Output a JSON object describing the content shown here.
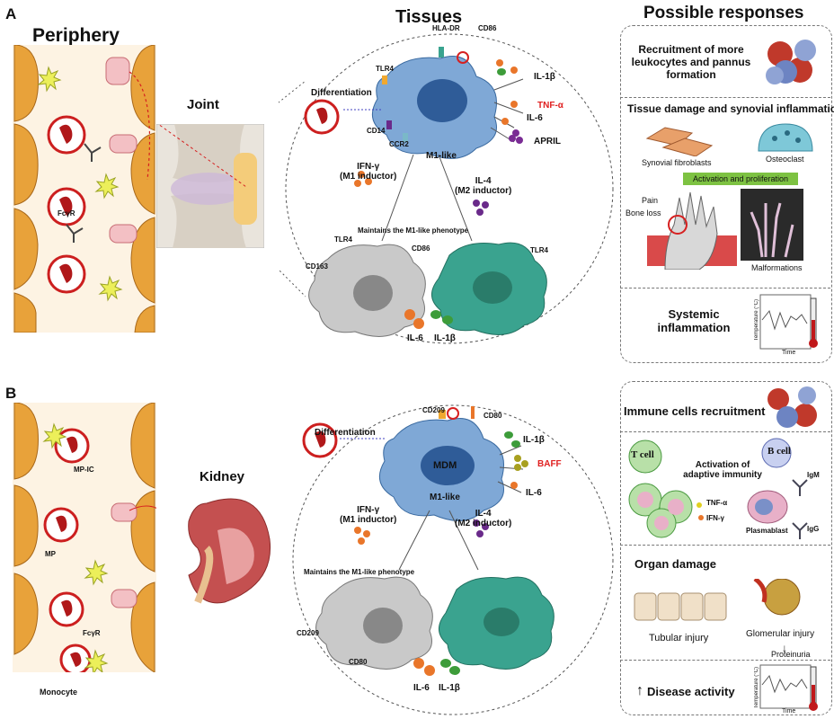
{
  "panel_a": {
    "letter": "A",
    "periphery_title": "Periphery",
    "joint_label": "Joint",
    "fcyr_label": "FcγR",
    "tissues_title": "Tissues",
    "responses_title": "Possible responses",
    "differentiation": "Differentiation",
    "macrophage": {
      "state": "M1-like",
      "receptors": [
        "TLR4",
        "HLA-DR",
        "CD86",
        "CD14",
        "CCR2"
      ]
    },
    "cytokines_out": [
      "IL-1β",
      "TNF-α",
      "IL-6",
      "APRIL"
    ],
    "ifn": [
      "IFN-γ",
      "(M1 inductor)"
    ],
    "il4": [
      "IL-4",
      "(M2 inductor)"
    ],
    "maintains": "Maintains the M1-like phenotype",
    "lower_receptors": [
      "TLR4",
      "CD86",
      "CD163",
      "TLR4"
    ],
    "lower_cytokines": [
      "IL-6",
      "IL-1β"
    ],
    "responses": {
      "recruitment": "Recruitment of more leukocytes and pannus formation",
      "damage_title": "Tissue damage and synovial inflammation",
      "synovial_fibroblasts": "Synovial fibroblasts",
      "osteoclast": "Osteoclast",
      "activation": "Activation and proliferation",
      "pain": "Pain",
      "bone_loss": "Bone loss",
      "malformations": "Malformations",
      "systemic": "Systemic inflammation",
      "temp_axis": "Temperature (°C)",
      "time_axis": "Time"
    }
  },
  "panel_b": {
    "letter": "B",
    "kidney_label": "Kidney",
    "mpic_label": "MP-IC",
    "mp_label": "MP",
    "fcyr_label": "FcγR",
    "monocyte_label": "Monocyte",
    "differentiation": "Differentiation",
    "macrophage": {
      "name": "MDM",
      "state": "M1-like",
      "receptors": [
        "CD209",
        "CD80"
      ]
    },
    "cytokines_out": [
      "IL-1β",
      "BAFF",
      "IL-6"
    ],
    "ifn": [
      "IFN-γ",
      "(M1 inductor)"
    ],
    "il4": [
      "IL-4",
      "(M2 inductor)"
    ],
    "maintains": "Maintains the M1-like phenotype",
    "lower_receptors": [
      "CD209",
      "CD80"
    ],
    "lower_cytokines": [
      "IL-6",
      "IL-1β"
    ],
    "responses": {
      "recruitment": "Immune cells recruitment",
      "t_cell": "T cell",
      "b_cell": "B cell",
      "adaptive": "Activation of adaptive immunity",
      "tnf": "TNF-α",
      "ifn": "IFN-γ",
      "igm": "IgM",
      "igg": "IgG",
      "plasmablast": "Plasmablast",
      "organ_damage": "Organ damage",
      "glomerular": "Glomerular injury",
      "tubular": "Tubular injury",
      "proteinuria": "Proteinuria",
      "disease_activity": "Disease activity",
      "temp_axis": "Temperature (°C)",
      "time_axis": "Time"
    }
  },
  "colors": {
    "vessel": "#e8a23a",
    "macrophage_m1": "#7fa8d6",
    "macrophage_m2": "#3aa38f",
    "macrophage_gray": "#c9c9c9",
    "red_label": "#e02020",
    "activation_bar": "#7dc242"
  }
}
